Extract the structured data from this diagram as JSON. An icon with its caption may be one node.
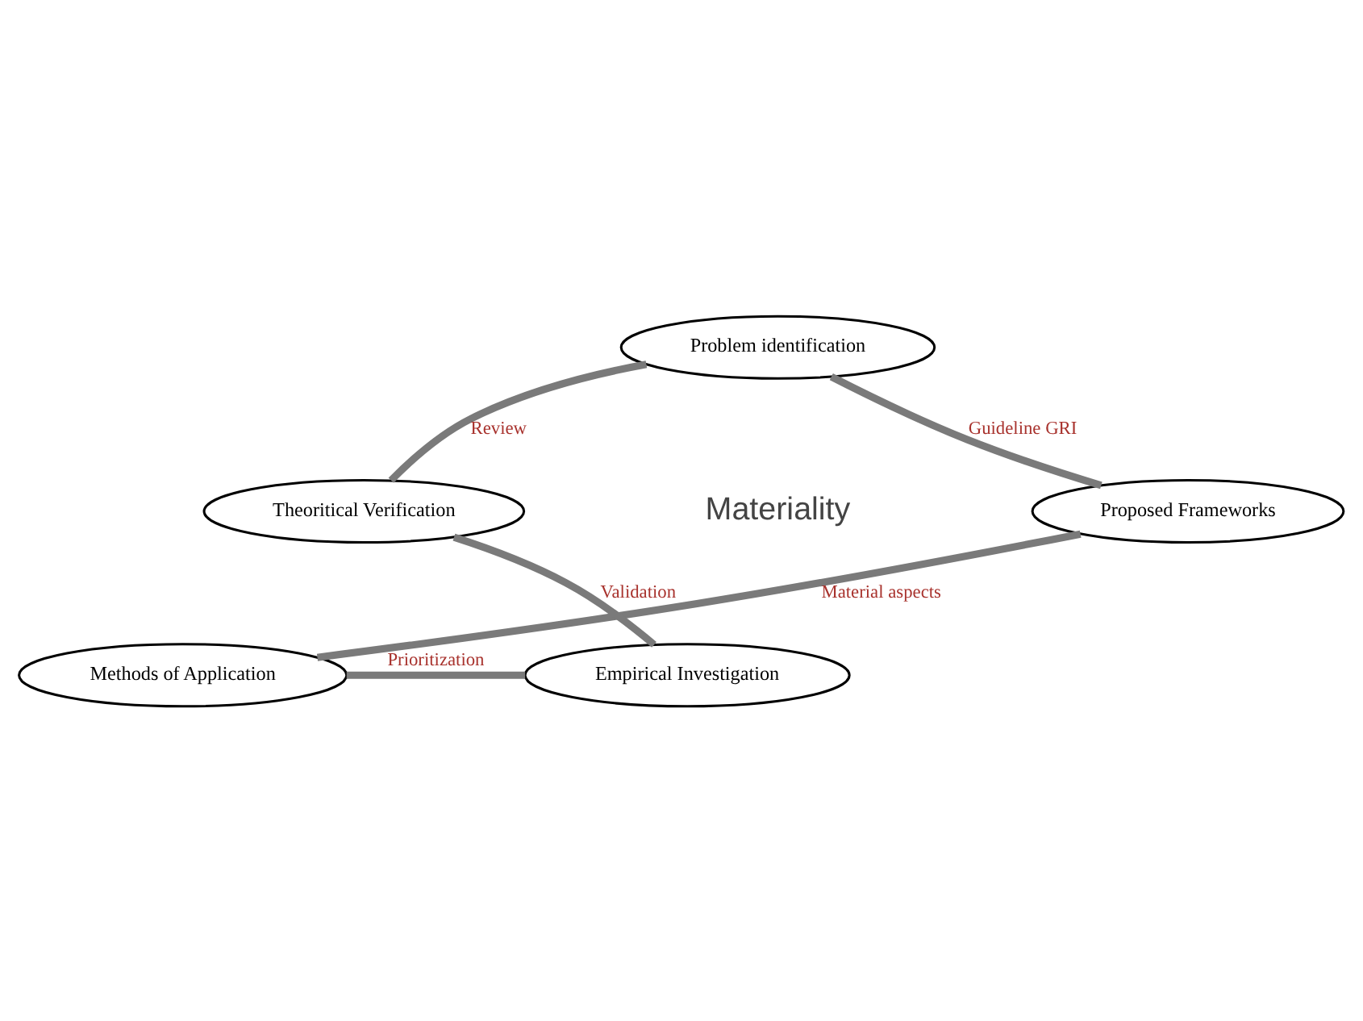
{
  "diagram": {
    "nodes": [
      {
        "text": [
          "Problem identification"
        ]
      },
      {
        "text": [
          "Proposed Frameworks"
        ]
      },
      {
        "text": [
          "Methods of Application"
        ]
      },
      {
        "text": [
          "Empirical Investigation"
        ]
      },
      {
        "text": [
          "Theoritical Verification"
        ]
      }
    ],
    "edges": [
      {
        "from": 0,
        "to": 1,
        "arrow": "none",
        "label": "Guideline GRI"
      },
      {
        "from": 1,
        "to": 2,
        "arrow": "none",
        "label": "Material aspects"
      },
      {
        "from": 2,
        "to": 3,
        "arrow": "none",
        "label": "Prioritization"
      },
      {
        "from": 3,
        "to": 4,
        "arrow": "none",
        "label": "Validation"
      },
      {
        "from": 4,
        "to": 0,
        "arrow": "none",
        "label": "Review"
      }
    ],
    "labels": [
      "Materiality"
    ]
  }
}
